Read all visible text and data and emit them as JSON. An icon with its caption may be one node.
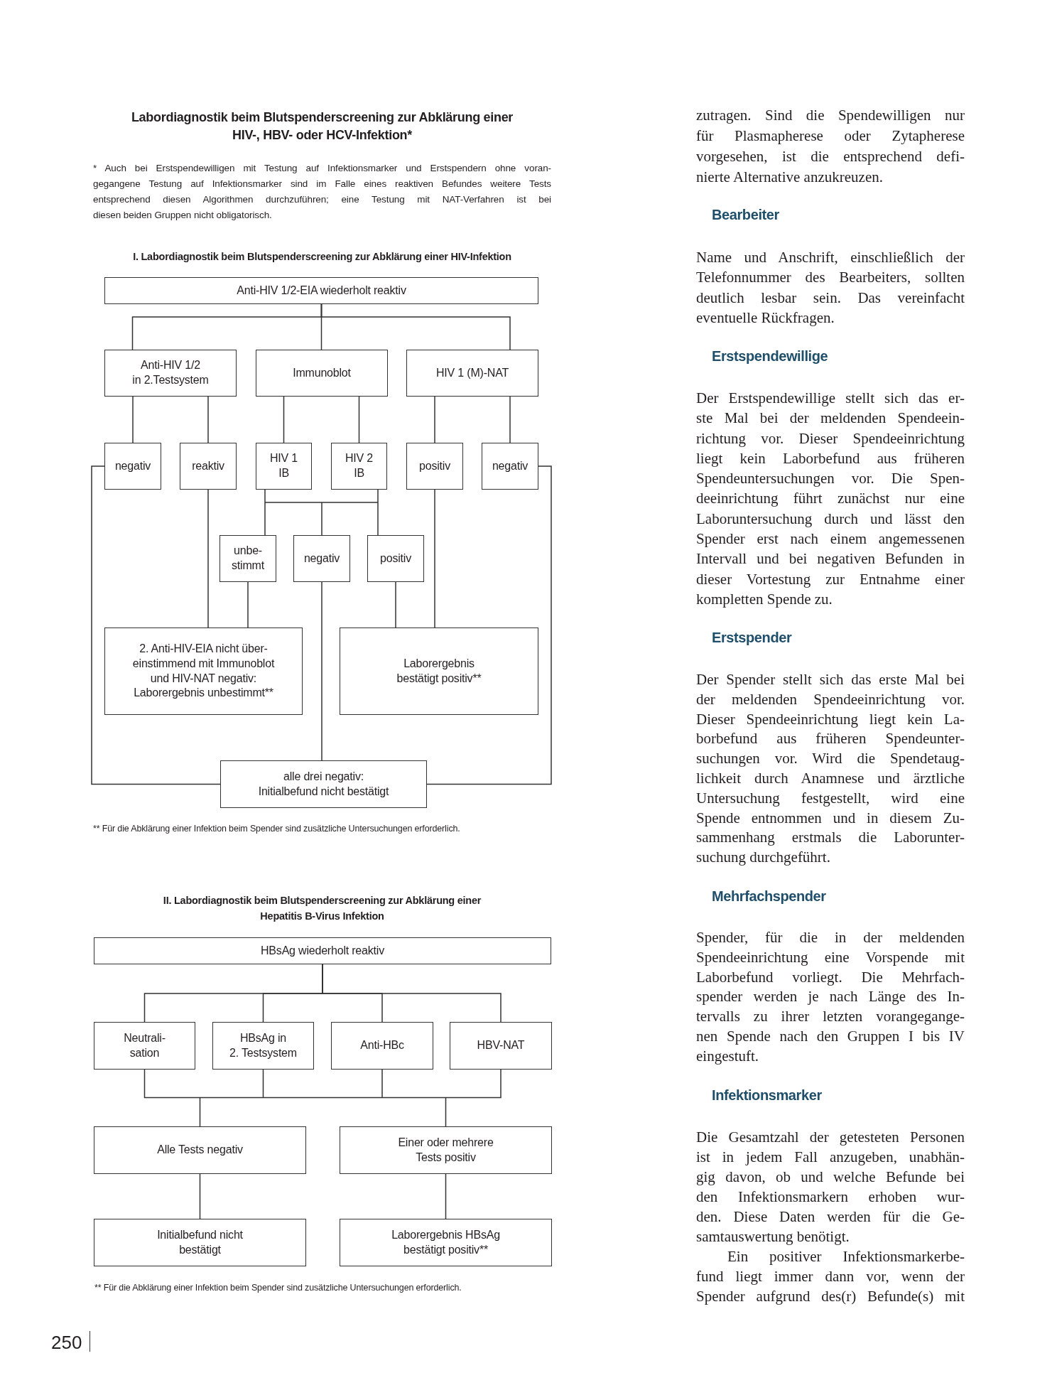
{
  "diagram": {
    "title": "Labordiagnostik beim Blutspenderscreening zur Abklärung einer HIV-, HBV- oder HCV-Infektion*",
    "nodes": [
      {
        "text": [
          "Anti-HIV 1/2-EIA wiederholt reaktiv"
        ]
      },
      {
        "text": [
          "Anti-HIV 1/2 in 2.Testsystem"
        ]
      },
      {
        "text": [
          "Immunoblot"
        ]
      },
      {
        "text": [
          "HIV 1 (M)-NAT"
        ]
      },
      {
        "text": [
          "negativ"
        ]
      },
      {
        "text": [
          "reaktiv"
        ]
      },
      {
        "text": [
          "HIV 1 IB"
        ]
      },
      {
        "text": [
          "HIV 2 IB"
        ]
      },
      {
        "text": [
          "positiv"
        ]
      },
      {
        "text": [
          "negativ"
        ]
      },
      {
        "text": [
          "unbe- stimmt"
        ]
      },
      {
        "text": [
          "negativ"
        ]
      },
      {
        "text": [
          "positiv"
        ]
      },
      {
        "text": [
          "2. Anti-HIV-EIA nicht über- einstimmend mit Immunoblot und HIV-NAT negativ: Laborergebnis unbestimmt**"
        ]
      },
      {
        "text": [
          "Laborergebnis bestätigt positiv**"
        ]
      },
      {
        "text": [
          "alle drei negativ: Initialbefund nicht bestätigt"
        ]
      },
      {
        "text": [
          "HBsAg wiederholt reaktiv"
        ]
      },
      {
        "text": [
          "Neutrali- sation"
        ]
      },
      {
        "text": [
          "HBsAg in 2. Testsystem"
        ]
      },
      {
        "text": [
          "Anti-HBc"
        ]
      },
      {
        "text": [
          "HBV-NAT"
        ]
      },
      {
        "text": [
          "Alle Tests negativ"
        ]
      },
      {
        "text": [
          "Einer oder mehrere Tests positiv"
        ]
      },
      {
        "text": [
          "Initialbefund nicht bestätigt"
        ]
      },
      {
        "text": [
          "Laborergebnis HBsAg bestätigt positiv**"
        ]
      }
    ],
    "edges": [
      {
        "from": 0,
        "to": 1,
        "arrow": "none"
      },
      {
        "from": 0,
        "to": 2,
        "arrow": "none"
      },
      {
        "from": 0,
        "to": 3,
        "arrow": "none"
      },
      {
        "from": 1,
        "to": 4,
        "arrow": "none"
      },
      {
        "from": 1,
        "to": 5,
        "arrow": "none"
      },
      {
        "from": 2,
        "to": 6,
        "arrow": "none"
      },
      {
        "from": 2,
        "to": 7,
        "arrow": "none"
      },
      {
        "from": 3,
        "to": 8,
        "arrow": "none"
      },
      {
        "from": 3,
        "to": 9,
        "arrow": "none"
      },
      {
        "from": 6,
        "to": 10,
        "arrow": "none"
      },
      {
        "from": 6,
        "to": 11,
        "arrow": "none"
      },
      {
        "from": 6,
        "to": 12,
        "arrow": "none"
      },
      {
        "from": 7,
        "to": 10,
        "arrow": "none"
      },
      {
        "from": 7,
        "to": 11,
        "arrow": "none"
      },
      {
        "from": 7,
        "to": 12,
        "arrow": "none"
      },
      {
        "from": 5,
        "to": 13,
        "arrow": "none"
      },
      {
        "from": 10,
        "to": 13,
        "arrow": "none"
      },
      {
        "from": 11,
        "to": 15,
        "arrow": "none"
      },
      {
        "from": 12,
        "to": 14,
        "arrow": "none"
      },
      {
        "from": 8,
        "to": 14,
        "arrow": "none"
      },
      {
        "from": 4,
        "to": 15,
        "arrow": "none"
      },
      {
        "from": 9,
        "to": 15,
        "arrow": "none"
      },
      {
        "from": 16,
        "to": 17,
        "arrow": "none"
      },
      {
        "from": 16,
        "to": 18,
        "arrow": "none"
      },
      {
        "from": 16,
        "to": 19,
        "arrow": "none"
      },
      {
        "from": 16,
        "to": 20,
        "arrow": "none"
      },
      {
        "from": 17,
        "to": 21,
        "arrow": "none"
      },
      {
        "from": 17,
        "to": 22,
        "arrow": "none"
      },
      {
        "from": 18,
        "to": 21,
        "arrow": "none"
      },
      {
        "from": 18,
        "to": 22,
        "arrow": "none"
      },
      {
        "from": 19,
        "to": 21,
        "arrow": "none"
      },
      {
        "from": 19,
        "to": 22,
        "arrow": "none"
      },
      {
        "from": 20,
        "to": 21,
        "arrow": "none"
      },
      {
        "from": 20,
        "to": 22,
        "arrow": "none"
      },
      {
        "from": 21,
        "to": 23,
        "arrow": "none"
      },
      {
        "from": 22,
        "to": 24,
        "arrow": "none"
      }
    ],
    "labels": [
      "* Auch bei Erstspendewilligen mit Testung auf Infektionsmarker und Erstspendern ohne voran- gegangene Testung auf Infektionsmarker sind im Falle eines reaktiven Befundes weitere Tests entsprechend diesen Algorithmen durchzuführen; eine Testung mit NAT-Verfahren ist bei diesen beiden Gruppen nicht obligatorisch.",
      "I. Labordiagnostik beim Blutspenderscreening zur Abklärung einer HIV-Infektion",
      "** Für die Abklärung einer Infektion beim Spender sind zusätzliche Untersuchungen erforderlich.",
      "II. Labordiagnostik beim Blutspenderscreening zur Abklärung einer Hepatitis B-Virus Infektion",
      "** Für die Abklärung einer Infektion beim Spender sind zusätzliche Untersuchungen erforderlich.",
      "zutragen. Sind die Spendewilligen nur für Plasmapherese oder Zytapherese vorgesehen, ist die entsprechend defi- nierte Alternative anzukreuzen.",
      "Bearbeiter",
      "Name und Anschrift, einschließlich der Telefonnummer des Bearbeiters, sollten deutlich lesbar sein. Das vereinfacht eventuelle Rückfragen.",
      "Erstspendewillige",
      "Der Erstspendewillige stellt sich das er- ste Mal bei der meldenden Spendeein- richtung vor. Dieser Spendeeinrichtung liegt kein Laborbefund aus früheren Spendeuntersuchungen vor. Die Spen- deeinrichtung führt zunächst nur eine Laboruntersuchung durch und lässt den Spender erst nach einem angemessenen Intervall und bei negativen Befunden in dieser Vortestung zur Entnahme einer kompletten Spende zu.",
      "Erstspender",
      "Der Spender stellt sich das erste Mal bei der meldenden Spendeeinrichtung vor. Dieser Spendeeinrichtung liegt kein La- borbefund aus früheren Spendeunter- suchungen vor. Wird die Spendetaug- lichkeit durch Anamnese und ärztliche Untersuchung festgestellt, wird eine Spende entnommen und in diesem Zu- sammenhang erstmals die Laborunter- suchung durchgeführt.",
      "Mehrfachspender",
      "Spender, für die in der meldenden Spendeeinrichtung eine Vorspende mit Laborbefund vorliegt. Die Mehrfach- spender werden je nach Länge des In- tervalls zu ihrer letzten vorangegange- nen Spende nach den Gruppen I bis IV eingestuft.",
      "Infektionsmarker",
      "Die Gesamtzahl der getesteten Personen ist in jedem Fall anzugeben, unabhän- gig davon, ob und welche Befunde bei den Infektionsmarkern erhoben wur- den. Diese Daten werden für die Ge- samtauswertung benötigt.",
      "Ein positiver Infektionsmarkerbe- fund liegt immer dann vor, wenn der Spender aufgrund des(r) Befunde(s) mit",
      "250"
    ]
  }
}
